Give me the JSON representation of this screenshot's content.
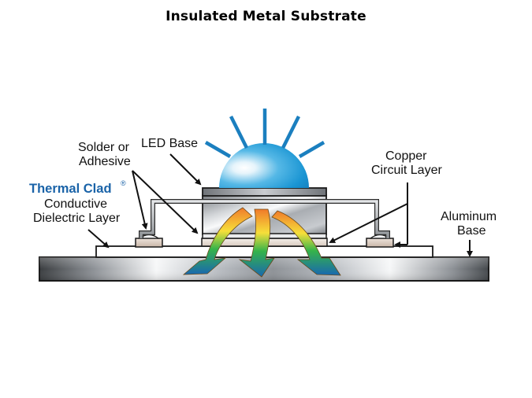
{
  "title": "Insulated Metal Substrate",
  "labels": {
    "solder": [
      "Solder or",
      "Adhesive"
    ],
    "led_base": "LED Base",
    "thermal_clad": {
      "brand": "Thermal Clad",
      "registered": "®",
      "lines": [
        "Conductive",
        "Dielectric Layer"
      ]
    },
    "copper": [
      "Copper",
      "Circuit Layer"
    ],
    "aluminum": [
      "Aluminum",
      "Base"
    ]
  },
  "components": [
    {
      "id": "led-dome",
      "description": "LED lens emitting light"
    },
    {
      "id": "led-base",
      "description": "LED base / heat slug"
    },
    {
      "id": "lead-frame",
      "description": "LED leads soldered to pads"
    },
    {
      "id": "solder-pads",
      "description": "Solder or adhesive joints"
    },
    {
      "id": "copper-circuit-layer",
      "description": "Copper circuit traces"
    },
    {
      "id": "dielectric-layer",
      "description": "Thermal Clad conductive dielectric layer"
    },
    {
      "id": "aluminum-base",
      "description": "Aluminum base plate"
    },
    {
      "id": "heat-flow-arrows",
      "description": "Heat flowing from LED into aluminum base",
      "count": 3
    }
  ],
  "colors": {
    "brand_blue": "#1a63a8",
    "ray_blue": "#1b7fbf",
    "dome_blue": "#1f9ad6",
    "heat_hot": "#f07a2a",
    "heat_mid": "#f5e03a",
    "heat_warm": "#2fb04a",
    "heat_cool": "#1a6fb2",
    "pad_tan": "#d8c8bc",
    "outline": "#1a1a1a"
  }
}
